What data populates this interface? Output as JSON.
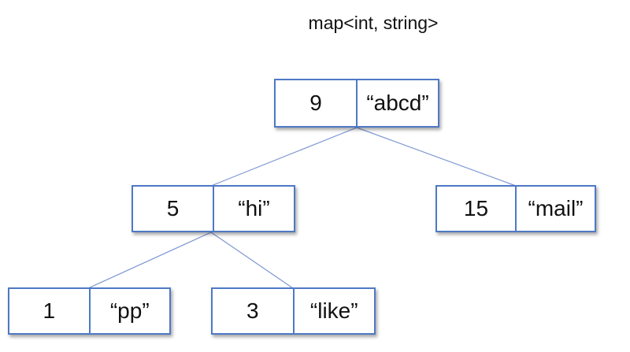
{
  "title": "map<int, string>",
  "colors": {
    "border": "#4e79c5",
    "edge": "#7e97d3",
    "text": "#111111",
    "background": "#ffffff"
  },
  "nodes": [
    {
      "id": "root",
      "key": "9",
      "value": "“abcd”"
    },
    {
      "id": "left",
      "key": "5",
      "value": "“hi”"
    },
    {
      "id": "right",
      "key": "15",
      "value": "“mail”"
    },
    {
      "id": "left-left",
      "key": "1",
      "value": "“pp”"
    },
    {
      "id": "left-right",
      "key": "3",
      "value": "“like”"
    }
  ],
  "edges": [
    {
      "from": "root",
      "to": "left"
    },
    {
      "from": "root",
      "to": "right"
    },
    {
      "from": "left",
      "to": "left-left"
    },
    {
      "from": "left",
      "to": "left-right"
    }
  ]
}
